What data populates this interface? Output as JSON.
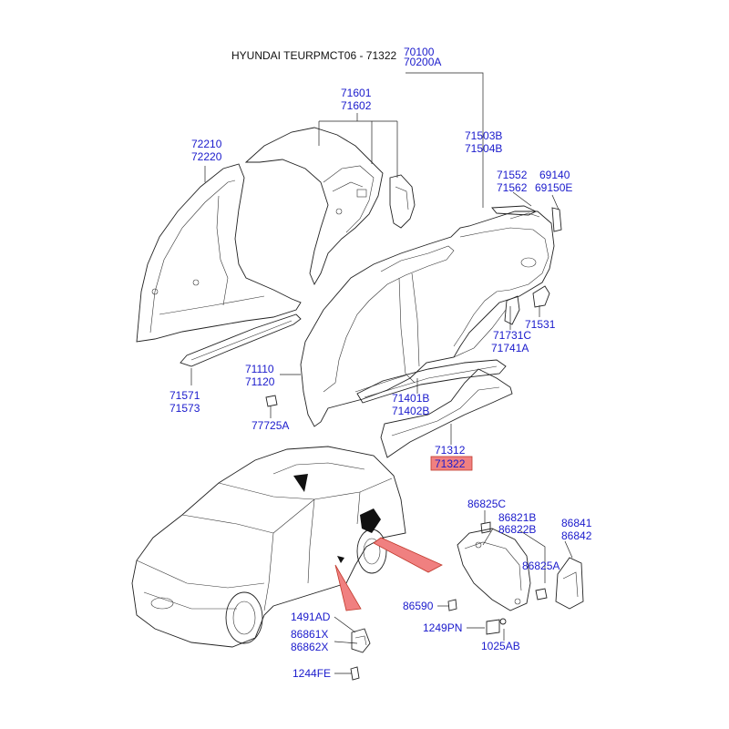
{
  "title": "HYUNDAI TEURPMCT06 - 71322",
  "highlight_color": "#f08080",
  "label_color": "#1a1acc",
  "callouts": {
    "c70100": "70100",
    "c70200a": "70200A",
    "c71601": "71601",
    "c71602": "71602",
    "c72210": "72210",
    "c72220": "72220",
    "c71503b": "71503B",
    "c71504b": "71504B",
    "c71552": "71552",
    "c71562": "71562",
    "c69140": "69140",
    "c69150e": "69150E",
    "c71531": "71531",
    "c71731c": "71731C",
    "c71741a": "71741A",
    "c71110": "71110",
    "c71120": "71120",
    "c71571": "71571",
    "c71573": "71573",
    "c77725a": "77725A",
    "c71401b": "71401B",
    "c71402b": "71402B",
    "c71312": "71312",
    "c71322": "71322",
    "c86825c": "86825C",
    "c86821b": "86821B",
    "c86822b": "86822B",
    "c86841": "86841",
    "c86842": "86842",
    "c86825a": "86825A",
    "c86590": "86590",
    "c1249pn": "1249PN",
    "c1025ab": "1025AB",
    "c1491ad": "1491AD",
    "c86861x": "86861X",
    "c86862x": "86862X",
    "c1244fe": "1244FE"
  }
}
